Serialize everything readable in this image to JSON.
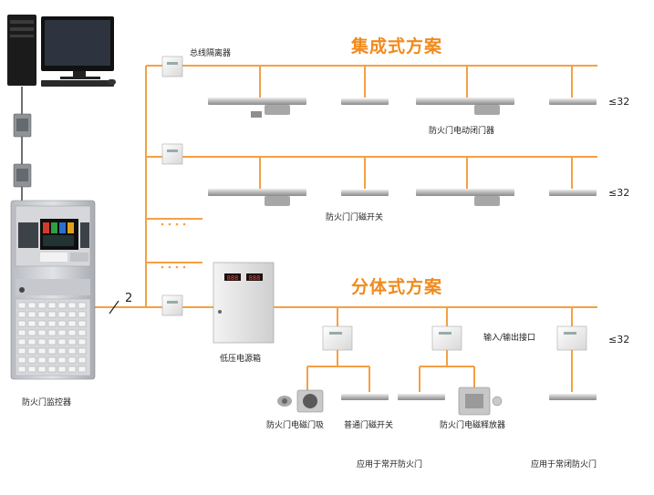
{
  "titles": {
    "integrated": "集成式方案",
    "split": "分体式方案"
  },
  "labels": {
    "bus_isolator": "总线隔离器",
    "door_closer_electric": "防火门电动闭门器",
    "door_magnetic_switch": "防火门门磁开关",
    "low_voltage_psu": "低压电源箱",
    "io_interface": "输入/输出接口",
    "fire_door_monitor": "防火门监控器",
    "electromagnetic_holder": "防火门电磁门吸",
    "normal_door_switch": "普通门磁开关",
    "electromagnetic_release": "防火门电磁释放器",
    "apply_normally_open": "应用于常开防火门",
    "apply_normally_closed": "应用于常闭防火门"
  },
  "counts": {
    "row1": "≤32",
    "row2": "≤32",
    "row3": "≤32"
  },
  "bus_number": "2",
  "psu_display": {
    "left": "888",
    "right": "888"
  },
  "colors": {
    "line": "#f5a043",
    "title": "#f08a1c"
  }
}
